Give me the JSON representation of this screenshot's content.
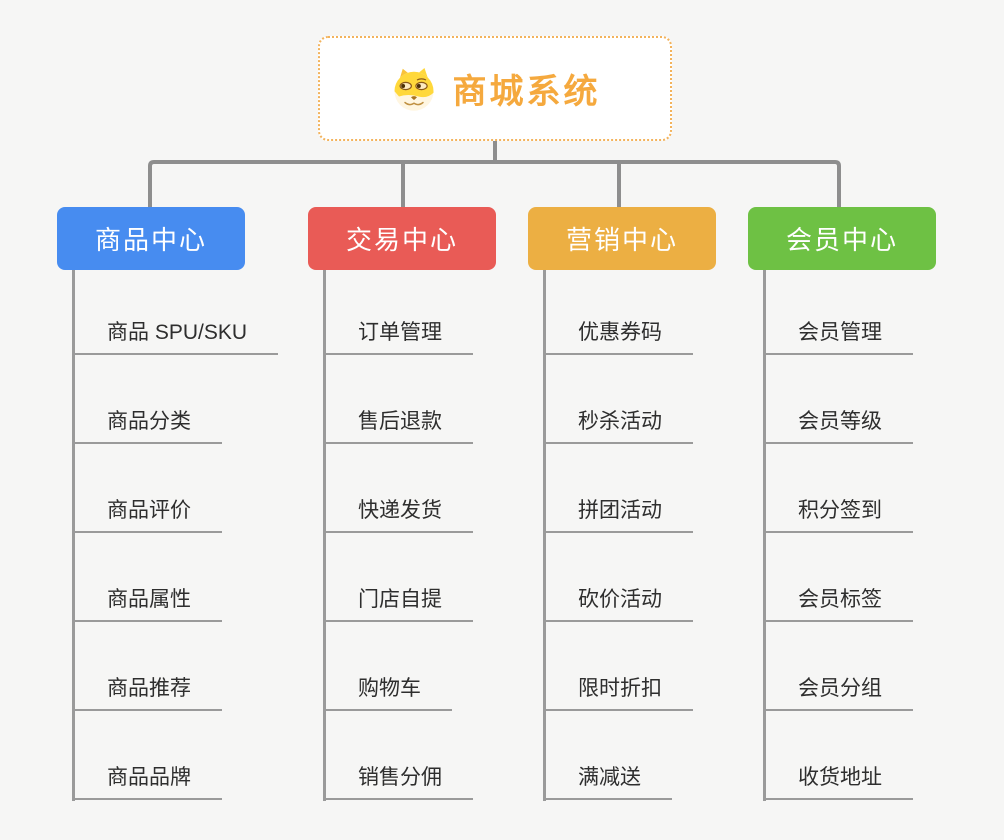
{
  "root": {
    "title": "商城系统",
    "icon": "doge-icon",
    "text_color": "#f5a93e",
    "border_color": "#f3b35c"
  },
  "connector_color": "#8e8e8e",
  "leaf_line_color": "#9a9a9a",
  "branches": [
    {
      "label": "商品中心",
      "color": "#478cf0",
      "children": [
        "商品 SPU/SKU",
        "商品分类",
        "商品评价",
        "商品属性",
        "商品推荐",
        "商品品牌"
      ]
    },
    {
      "label": "交易中心",
      "color": "#e95b56",
      "children": [
        "订单管理",
        "售后退款",
        "快递发货",
        "门店自提",
        "购物车",
        "销售分佣"
      ]
    },
    {
      "label": "营销中心",
      "color": "#ecaf43",
      "children": [
        "优惠券码",
        "秒杀活动",
        "拼团活动",
        "砍价活动",
        "限时折扣",
        "满减送"
      ]
    },
    {
      "label": "会员中心",
      "color": "#6ec144",
      "children": [
        "会员管理",
        "会员等级",
        "积分签到",
        "会员标签",
        "会员分组",
        "收货地址"
      ]
    }
  ]
}
